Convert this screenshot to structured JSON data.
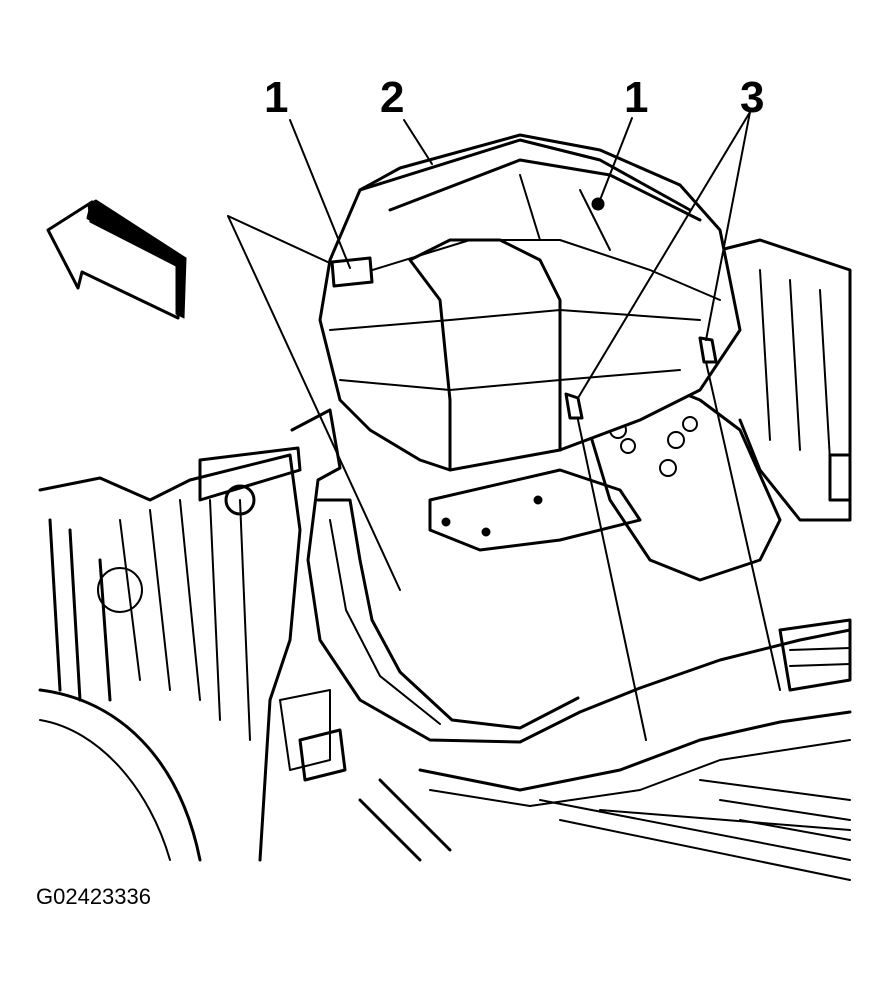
{
  "callouts": [
    {
      "label": "1"
    },
    {
      "label": "2"
    },
    {
      "label": "1"
    },
    {
      "label": "3"
    }
  ],
  "figure_code": "G02423336"
}
